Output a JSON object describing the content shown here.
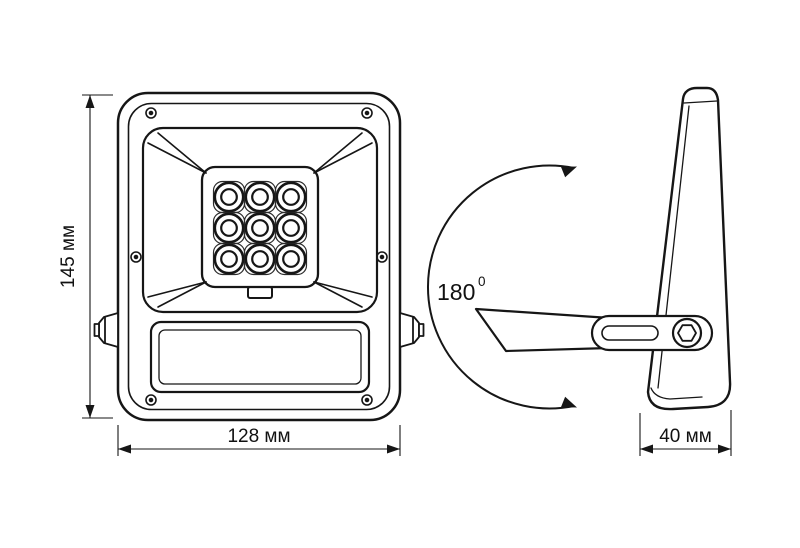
{
  "drawing": {
    "front_view": {
      "height_label": "145 мм",
      "width_label": "128 мм"
    },
    "side_view": {
      "depth_label": "40 мм",
      "rotation_value": "180",
      "rotation_sup": "0"
    }
  }
}
